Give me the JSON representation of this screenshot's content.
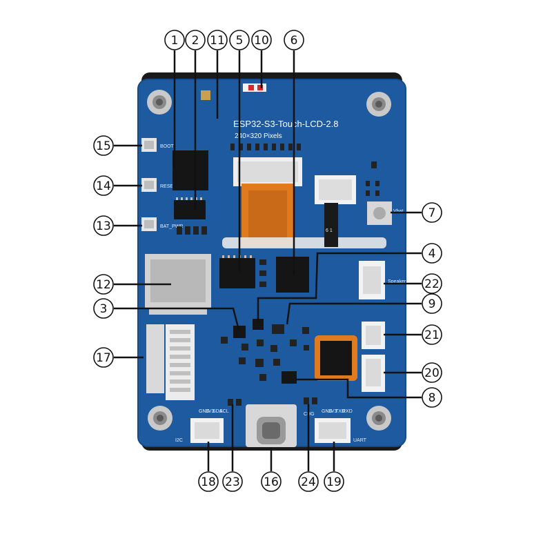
{
  "board": {
    "title": "ESP32-S3-Touch-LCD-2.8",
    "subtitle": "240×320 Pixels",
    "label_boot": "BOOT",
    "label_reset": "RESET",
    "label_bat_pwr": "BAT_PWR",
    "label_i2c": "I2C",
    "label_uart": "UART",
    "label_speaker": "Speaker",
    "label_vbat": "Vbat",
    "label_i2c_pins": [
      "GND",
      "3V3",
      "SDA",
      "SCL"
    ],
    "label_uart_pins": [
      "GND",
      "3V3",
      "TXD",
      "RXD"
    ],
    "label_chg": "CHG",
    "label_ripple": "6 1",
    "colors": {
      "pcb": "#1d5aa0",
      "pcb_edge": "#174a86",
      "bezel": "#1a1a1a",
      "flex": "#e07a1f",
      "led": "#d62a2a"
    }
  },
  "callouts": [
    {
      "id": "1",
      "label": "1"
    },
    {
      "id": "2",
      "label": "2"
    },
    {
      "id": "3",
      "label": "3"
    },
    {
      "id": "4",
      "label": "4"
    },
    {
      "id": "5",
      "label": "5"
    },
    {
      "id": "6",
      "label": "6"
    },
    {
      "id": "7",
      "label": "7"
    },
    {
      "id": "8",
      "label": "8"
    },
    {
      "id": "9",
      "label": "9"
    },
    {
      "id": "10",
      "label": "10"
    },
    {
      "id": "11",
      "label": "11"
    },
    {
      "id": "12",
      "label": "12"
    },
    {
      "id": "13",
      "label": "13"
    },
    {
      "id": "14",
      "label": "14"
    },
    {
      "id": "15",
      "label": "15"
    },
    {
      "id": "16",
      "label": "16"
    },
    {
      "id": "17",
      "label": "17"
    },
    {
      "id": "18",
      "label": "18"
    },
    {
      "id": "19",
      "label": "19"
    },
    {
      "id": "20",
      "label": "20"
    },
    {
      "id": "21",
      "label": "21"
    },
    {
      "id": "22",
      "label": "22"
    },
    {
      "id": "23",
      "label": "23"
    },
    {
      "id": "24",
      "label": "24"
    }
  ]
}
